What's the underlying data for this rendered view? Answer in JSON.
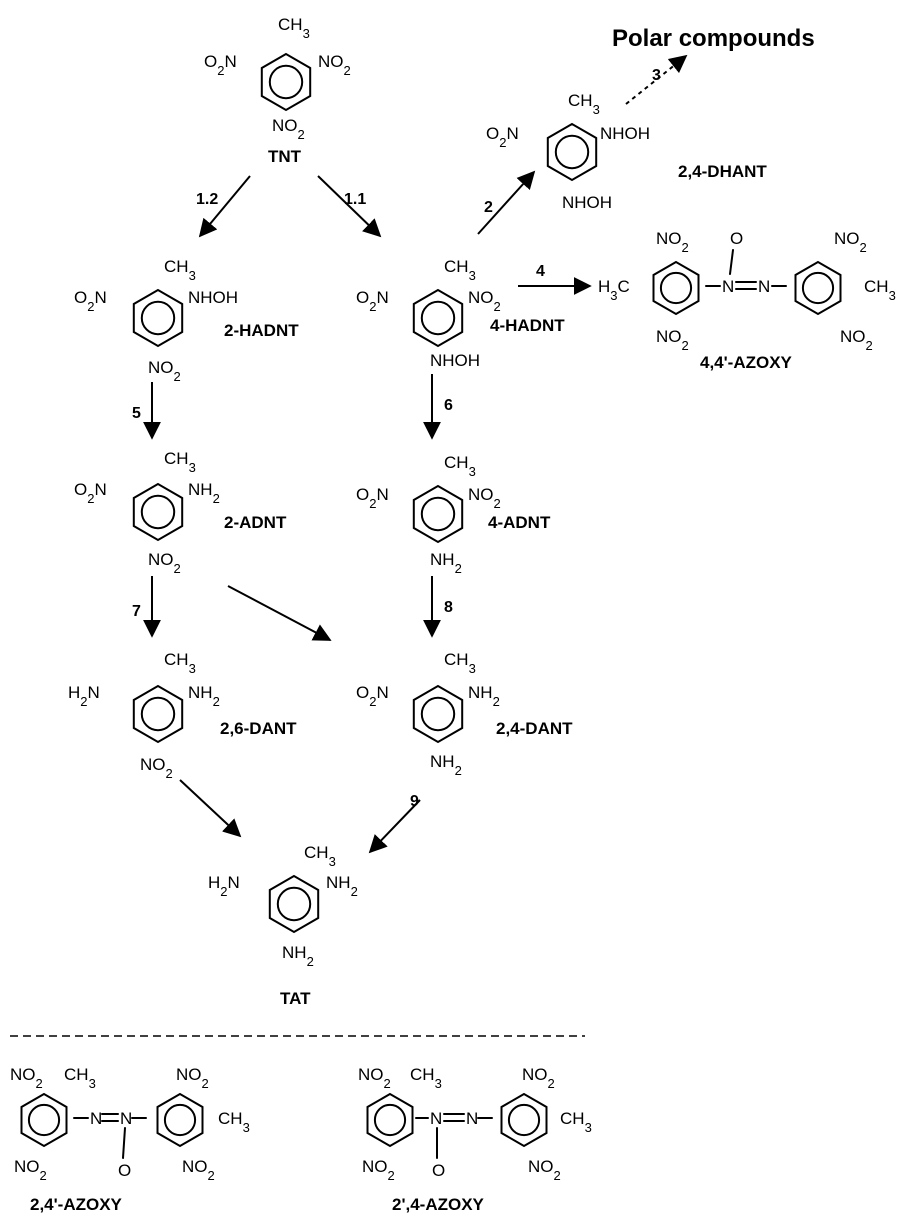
{
  "title": "Polar compounds",
  "steps": {
    "s1_1": "1.1",
    "s1_2": "1.2",
    "s2": "2",
    "s3": "3",
    "s4": "4",
    "s5": "5",
    "s6": "6",
    "s7": "7",
    "s8": "8",
    "s9": "9"
  },
  "groups": {
    "ch3": "CH3",
    "no2": "NO2",
    "o2n": "O2N",
    "nhoh": "NHOH",
    "nh2": "NH2",
    "h2n": "H2N",
    "h3c": "H3C",
    "n": "N",
    "o": "O"
  },
  "compounds": {
    "tnt": "TNT",
    "hadnt2": "2-HADNT",
    "hadnt4": "4-HADNT",
    "dhant": "2,4-DHANT",
    "azoxy44": "4,4'-AZOXY",
    "adnt2": "2-ADNT",
    "adnt4": "4-ADNT",
    "dant26": "2,6-DANT",
    "dant24": "2,4-DANT",
    "tat": "TAT",
    "azoxy24p": "2,4'-AZOXY",
    "azoxy2p4": "2',4-AZOXY"
  }
}
